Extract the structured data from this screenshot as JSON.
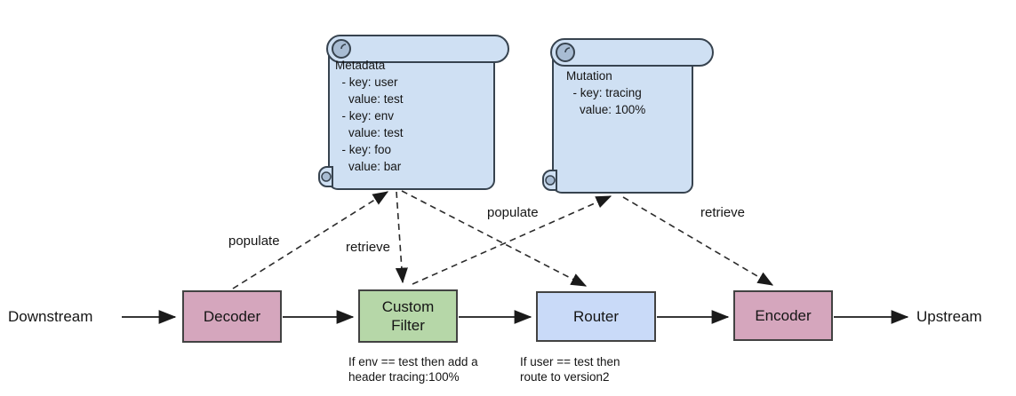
{
  "endpoints": {
    "downstream": "Downstream",
    "upstream": "Upstream"
  },
  "nodes": {
    "decoder": {
      "label": "Decoder"
    },
    "custom_filter": {
      "label": "Custom Filter",
      "note": "If env == test then add a\nheader tracing:100%"
    },
    "router": {
      "label": "Router",
      "note": "If user == test then\nroute to version2"
    },
    "encoder": {
      "label": "Encoder"
    }
  },
  "scrolls": {
    "metadata": {
      "text": "Metadata\n  - key: user\n    value: test\n  - key: env\n    value: test\n  - key: foo\n    value: bar"
    },
    "mutation": {
      "text": "Mutation\n  - key: tracing\n    value: 100%"
    }
  },
  "edge_labels": {
    "decoder_to_metadata": "populate",
    "metadata_to_custom_filter": "retrieve",
    "custom_filter_to_mutation": "populate",
    "mutation_to_encoder": "retrieve"
  },
  "colors": {
    "node_pink": "#d5a6bd",
    "node_green": "#b6d7a8",
    "node_blue": "#c9daf8",
    "scroll_fill": "#cfe0f3",
    "scroll_roll": "#a8bcd3",
    "scroll_border": "#37434f",
    "box_border": "#424242",
    "arrow": "#1a1a1a"
  }
}
